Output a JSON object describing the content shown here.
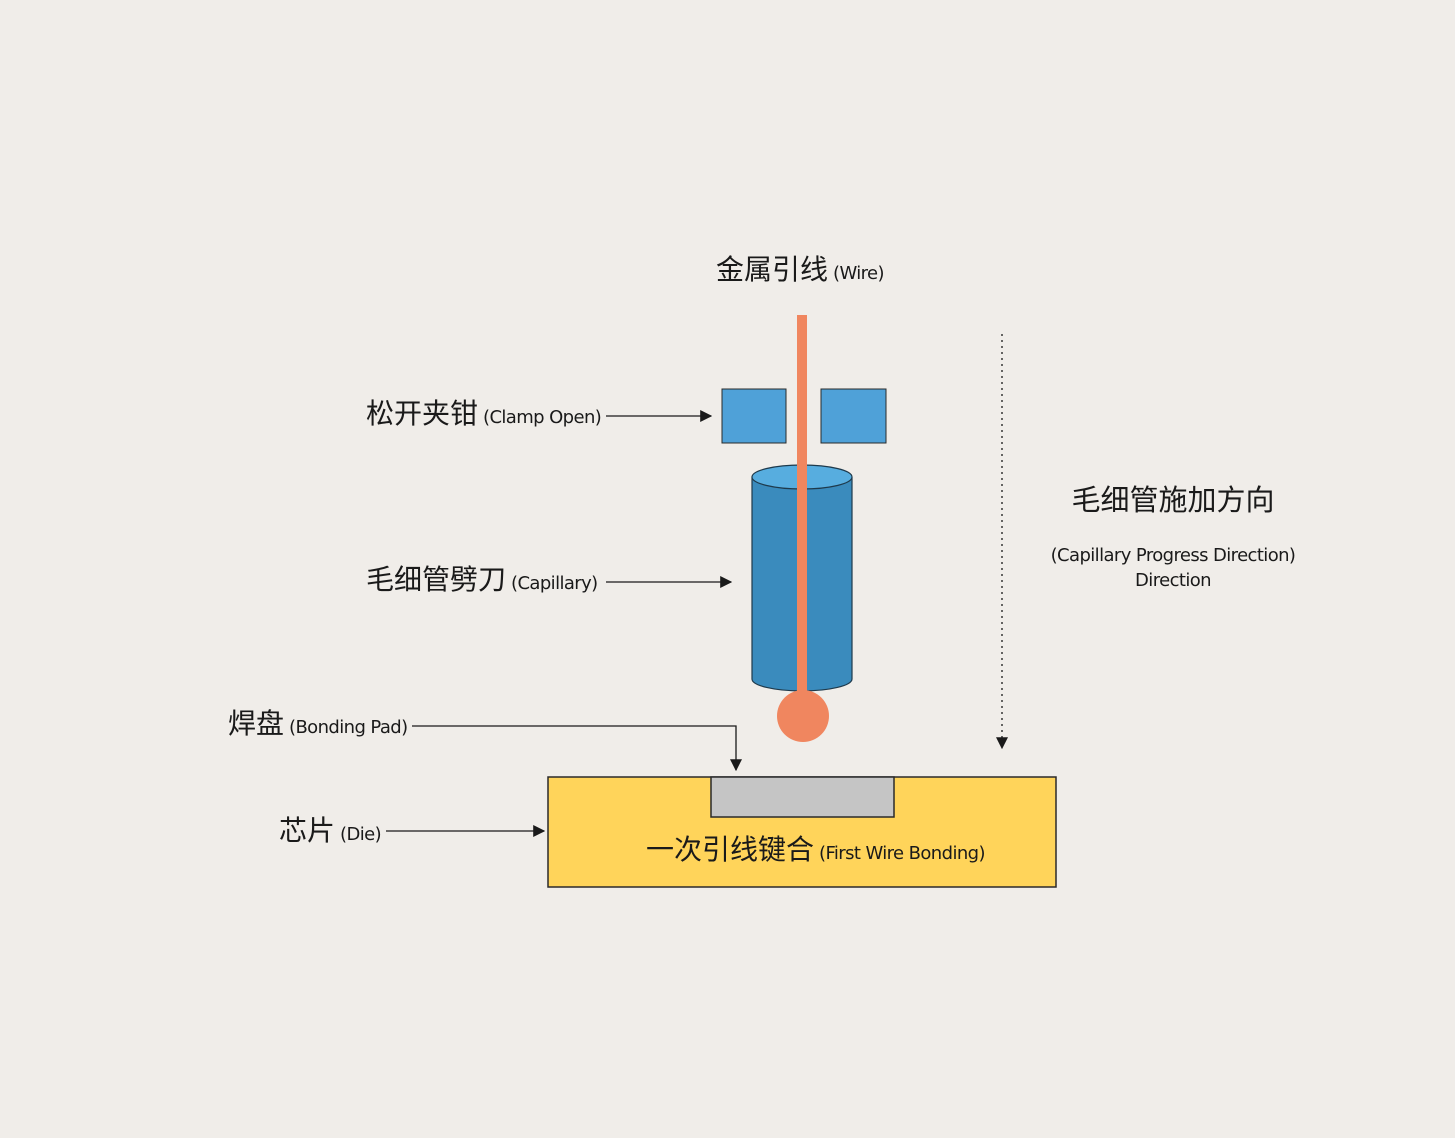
{
  "labels": {
    "wire": {
      "zh": "金属引线",
      "en": "(Wire)"
    },
    "clamp": {
      "zh": "松开夹钳",
      "en": "(Clamp Open)"
    },
    "capillary": {
      "zh": "毛细管劈刀",
      "en": "(Capillary)"
    },
    "bonding_pad": {
      "zh": "焊盘",
      "en": "(Bonding Pad)"
    },
    "die": {
      "zh": "芯片",
      "en": "(Die)"
    },
    "first_wire_bonding": {
      "zh": "一次引线键合",
      "en": "(First Wire Bonding)"
    },
    "direction": {
      "zh": "毛细管施加方向",
      "en_line1": "(Capillary Progress Direction)",
      "en_line2": "Direction"
    }
  },
  "colors": {
    "background": "#f0ede9",
    "wire": "#f0865f",
    "clamp": "#4fa1d8",
    "capillary_body": "#3a8bbd",
    "capillary_top": "#57addf",
    "die": "#ffd45a",
    "pad": "#c5c5c5",
    "line": "#1a1a1a"
  },
  "icons": {
    "arrow": "arrow-right-icon",
    "direction_arrow": "arrow-down-icon"
  }
}
